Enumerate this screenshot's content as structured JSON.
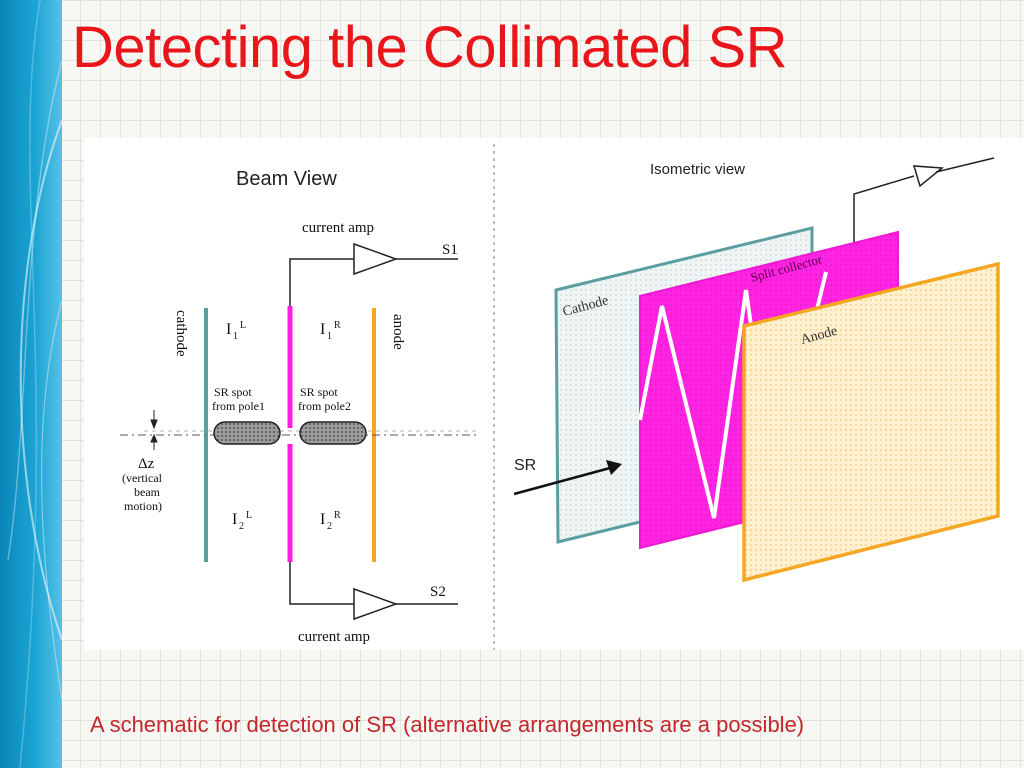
{
  "slide": {
    "title": "Detecting the Collimated SR",
    "caption": "A schematic for detection of SR  (alternative arrangements are a possible)"
  },
  "beam_view": {
    "title": "Beam View",
    "amp_top_label": "current amp",
    "amp_bottom_label": "current amp",
    "s1": "S1",
    "s2": "S2",
    "cathode": "cathode",
    "anode": "anode",
    "i1l": "I",
    "i1l_sub": "1",
    "i1l_sup": "L",
    "i1r": "I",
    "i1r_sub": "1",
    "i1r_sup": "R",
    "i2l": "I",
    "i2l_sub": "2",
    "i2l_sup": "L",
    "i2r": "I",
    "i2r_sub": "2",
    "i2r_sup": "R",
    "spot1_line1": "SR spot",
    "spot1_line2": "from pole1",
    "spot2_line1": "SR spot",
    "spot2_line2": "from pole2",
    "dz": "Δz",
    "dz_line1": "(vertical",
    "dz_line2": "beam",
    "dz_line3": "motion)"
  },
  "isometric_view": {
    "title": "Isometric view",
    "cathode": "Cathode",
    "split_collector": "Split collector",
    "anode": "Anode",
    "sr": "SR"
  },
  "colors": {
    "title": "#e8161b",
    "caption": "#c3272b",
    "cathode": "#5b9ea0",
    "split_collector": "#ff22e0",
    "anode": "#f5a623",
    "side_band": "#1aa3d4"
  }
}
